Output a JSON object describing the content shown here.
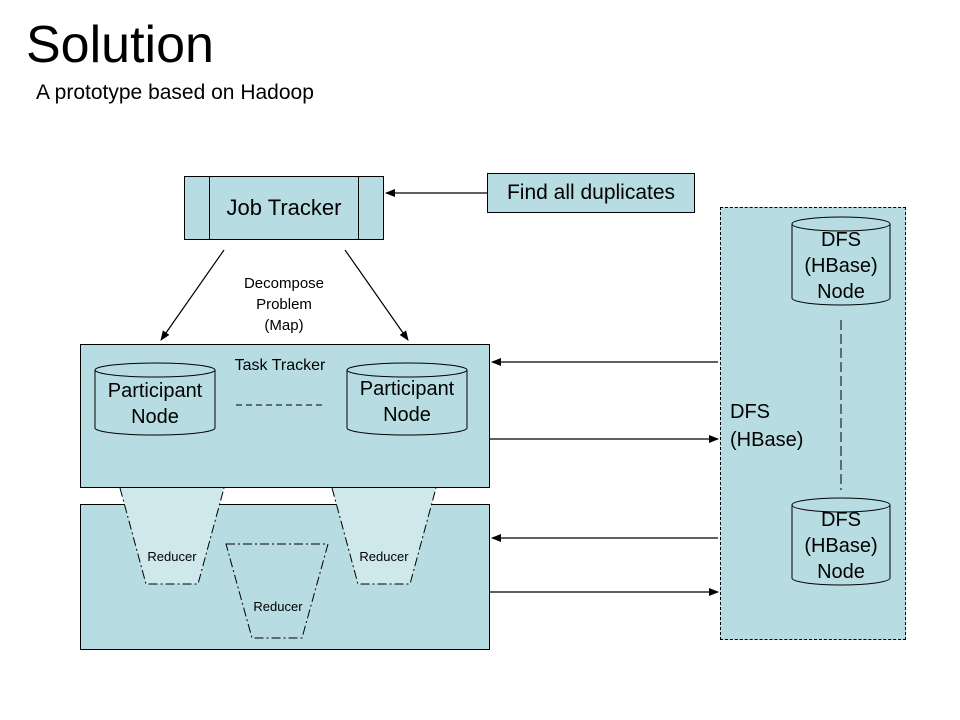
{
  "header": {
    "title": "Solution",
    "subtitle": "A prototype based on Hadoop"
  },
  "job_tracker": {
    "label": "Job Tracker"
  },
  "find_duplicates": {
    "label": "Find all duplicates"
  },
  "decompose": {
    "line1": "Decompose",
    "line2": "Problem",
    "line3": "(Map)"
  },
  "task_tracker": {
    "label": "Task Tracker",
    "participants": [
      {
        "line1": "Participant",
        "line2": "Node"
      },
      {
        "line1": "Participant",
        "line2": "Node"
      }
    ]
  },
  "reducers": [
    {
      "label": "Reducer"
    },
    {
      "label": "Reducer"
    },
    {
      "label": "Reducer"
    }
  ],
  "dfs": {
    "label_line1": "DFS",
    "label_line2": "(HBase)",
    "nodes": [
      {
        "line1": "DFS",
        "line2": "(HBase)",
        "line3": "Node"
      },
      {
        "line1": "DFS",
        "line2": "(HBase)",
        "line3": "Node"
      }
    ]
  },
  "colors": {
    "fill": "#b7dde3",
    "stroke": "#000000",
    "background": "#ffffff"
  }
}
